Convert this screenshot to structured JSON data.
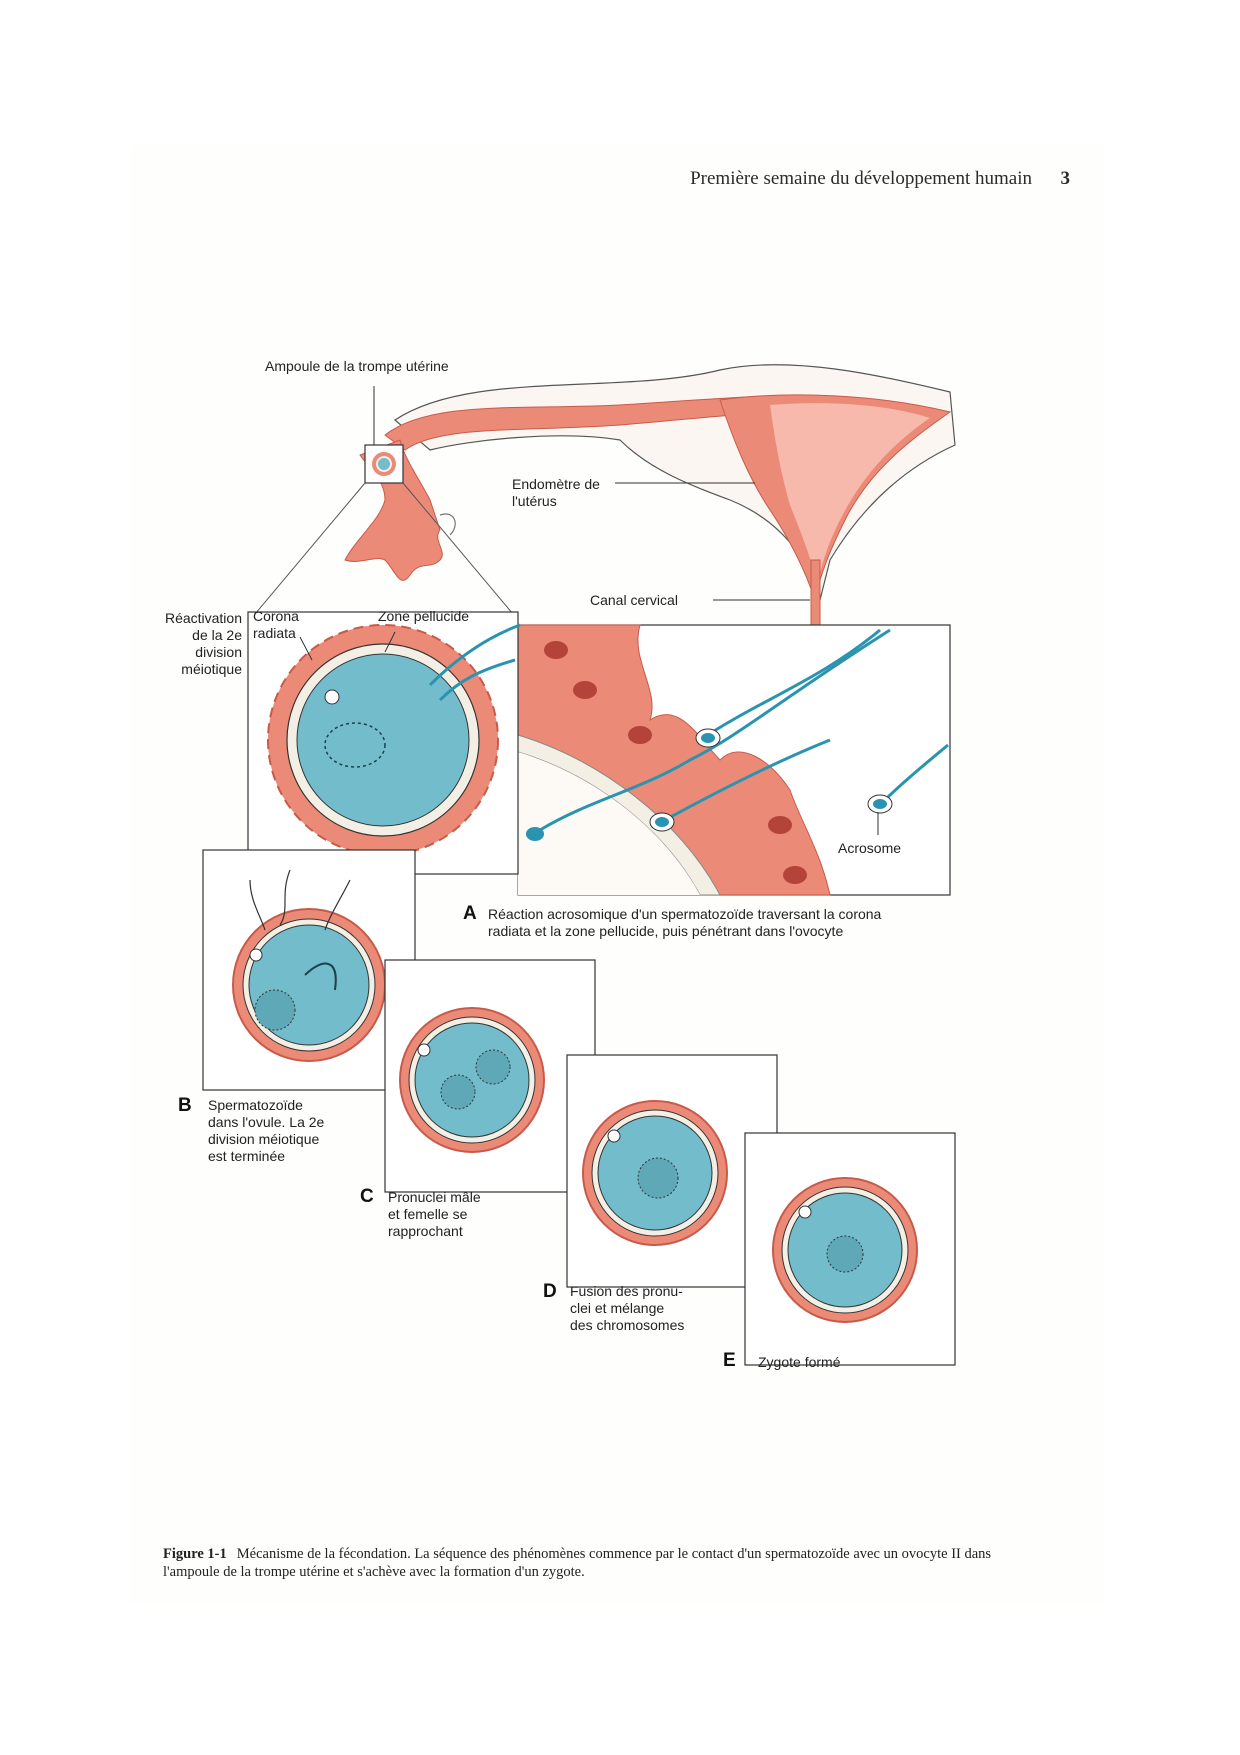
{
  "running_head": {
    "title": "Première semaine du développement humain",
    "page_number": "3"
  },
  "labels": {
    "ampoule": "Ampoule de la trompe utérine",
    "endometre_line1": "Endomètre de",
    "endometre_line2": "l'utérus",
    "canal": "Canal cervical",
    "reactivation_1": "Réactivation",
    "reactivation_2": "de la 2e",
    "reactivation_3": "division",
    "reactivation_4": "méiotique",
    "corona_1": "Corona",
    "corona_2": "radiata",
    "zone": "Zone pellucide",
    "acrosome": "Acrosome"
  },
  "panels": {
    "A": {
      "letter": "A",
      "line1": "Réaction acrosomique d'un spermatozoïde traversant la corona",
      "line2": "radiata et la zone pellucide, puis pénétrant dans l'ovocyte"
    },
    "B": {
      "letter": "B",
      "line1": "Spermatozoïde",
      "line2": "dans l'ovule. La 2e",
      "line3": "division méiotique",
      "line4": "est terminée"
    },
    "C": {
      "letter": "C",
      "line1": "Pronuclei mâle",
      "line2": "et femelle se",
      "line3": "rapprochant"
    },
    "D": {
      "letter": "D",
      "line1": "Fusion des pronu-",
      "line2": "clei et mélange",
      "line3": "des chromosomes"
    },
    "E": {
      "letter": "E",
      "line1": "Zygote formé"
    }
  },
  "caption": {
    "figure": "Figure 1-1",
    "text": "Mécanisme de la fécondation. La séquence des phénomènes commence par le contact d'un spermatozoïde avec un ovocyte II dans l'ampoule de la trompe utérine et s'achève avec la formation d'un zygote."
  },
  "colors": {
    "tissue": "#ec8a78",
    "tissue_dark": "#c85a4a",
    "cell_blue": "#72bccb",
    "membrane": "#f4efe4",
    "sperm": "#2a94b0"
  }
}
